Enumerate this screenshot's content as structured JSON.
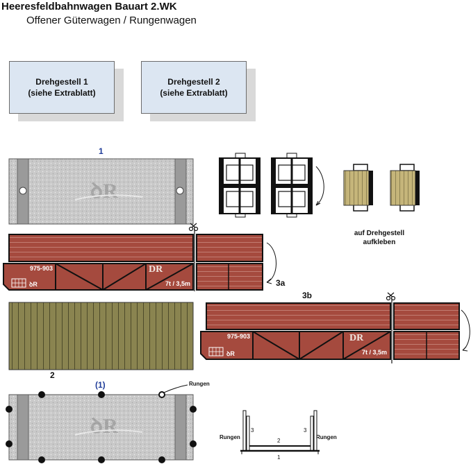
{
  "title": "Heeresfeldbahnwagen Bauart 2.WK",
  "subtitle": "Offener Güterwagen / Rungenwagen",
  "boxes": [
    "Drehgestell 1\n(siehe Extrablatt)",
    "Drehgestell 2\n(siehe Extrablatt)"
  ],
  "labels": {
    "part1": "1",
    "part1_copy": "(1)",
    "part2": "2",
    "part3a": "3a",
    "part3b": "3b",
    "bogie_note": "auf Drehgestell\naufkleben",
    "rungen_top": "Rungen",
    "rungen_left": "Rungen",
    "rungen_right": "Rungen",
    "diag_3_left": "3",
    "diag_3_right": "3",
    "diag_2": "2",
    "diag_1": "1"
  },
  "wagon_side": {
    "number": "975-903",
    "railway": "DR",
    "load": "7t / 3,5m",
    "mark": "ꝺR"
  },
  "colors": {
    "floor": "#c8c8c8",
    "wood_red": "#a54a3e",
    "wood_olive": "#8a8450",
    "bogie_wood": "#c5b57a",
    "box_fill": "#dce6f2",
    "label_blue": "#1f3c99"
  },
  "icons": [
    "scissors-icon",
    "fold-arrow-icon"
  ]
}
